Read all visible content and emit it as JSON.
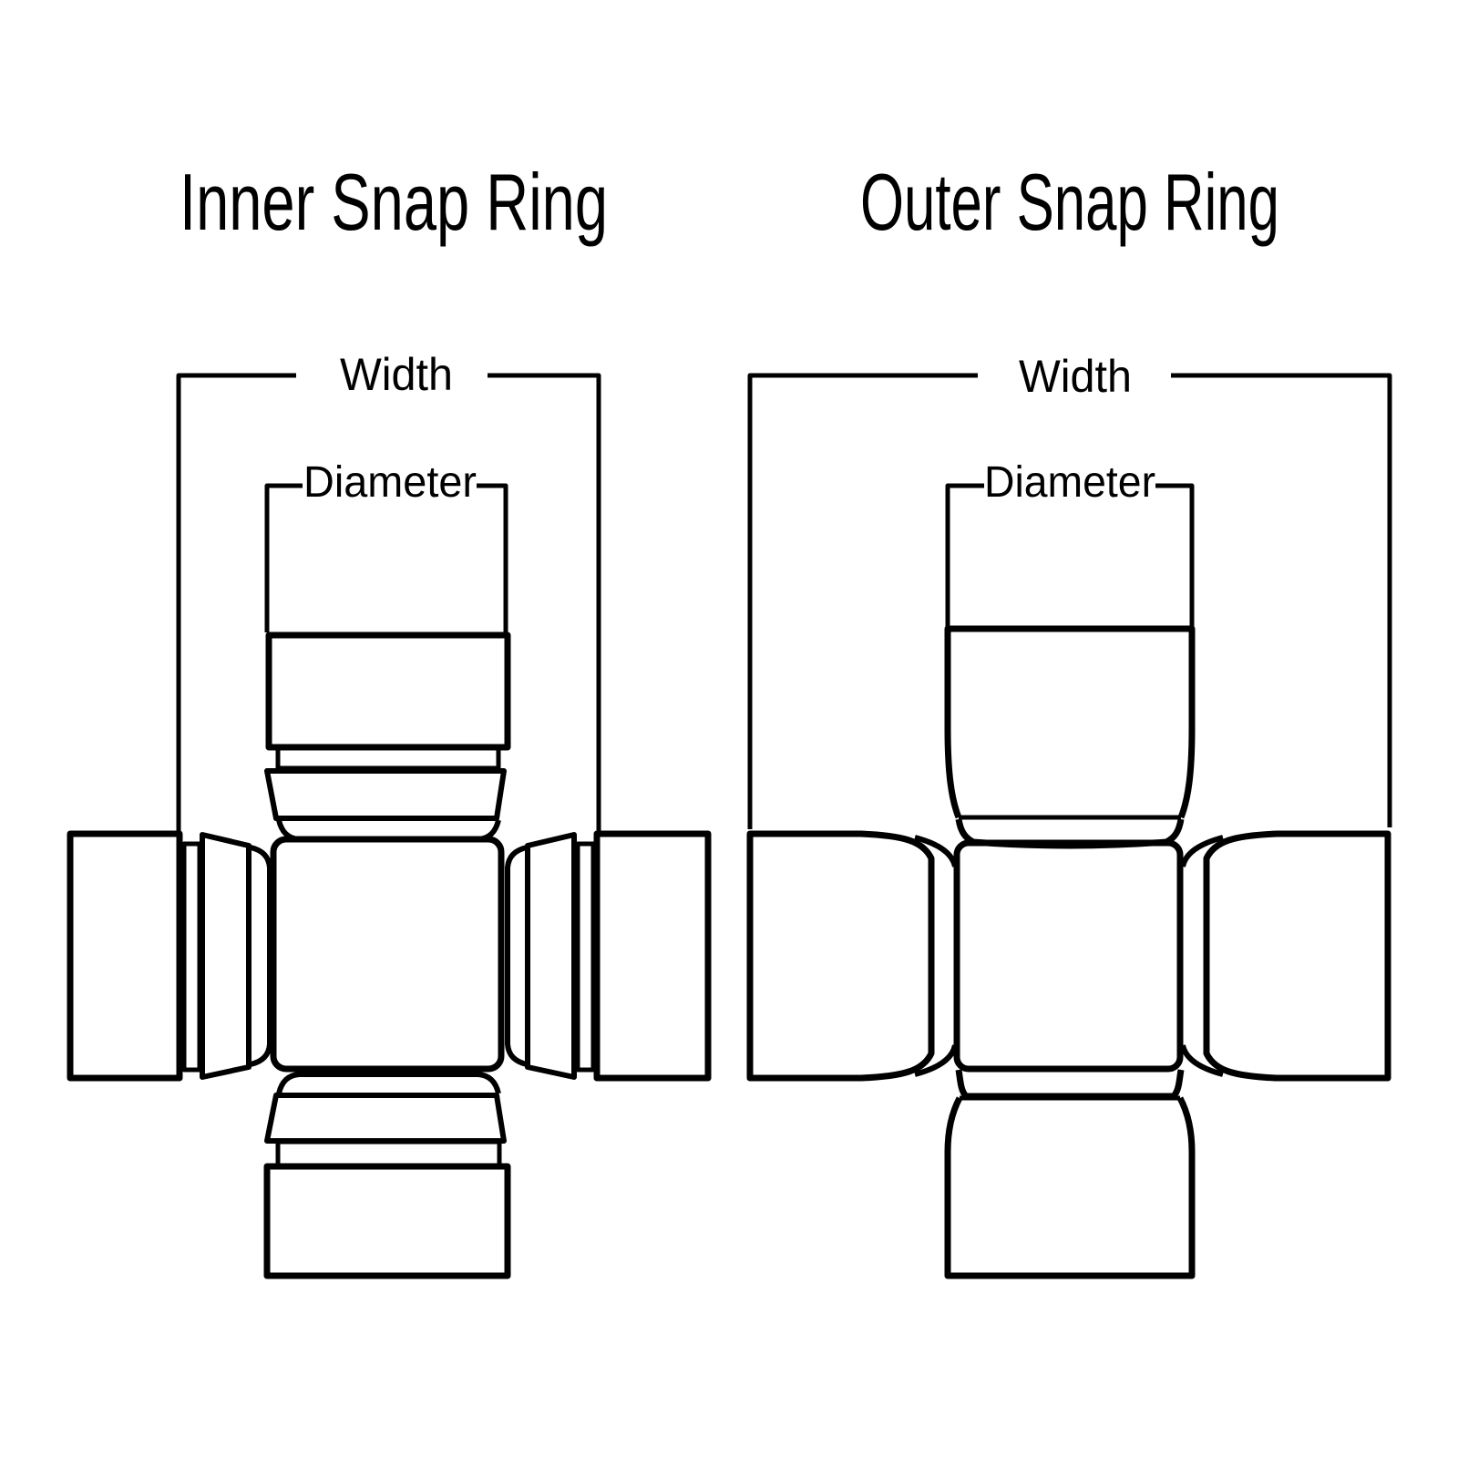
{
  "canvas": {
    "background": "#ffffff",
    "ink": "#000000"
  },
  "diagrams": [
    {
      "id": "inner-snap-ring",
      "title": "Inner Snap Ring",
      "labels": {
        "width": "Width",
        "diameter": "Diameter"
      }
    },
    {
      "id": "outer-snap-ring",
      "title": "Outer Snap Ring",
      "labels": {
        "width": "Width",
        "diameter": "Diameter"
      }
    }
  ]
}
